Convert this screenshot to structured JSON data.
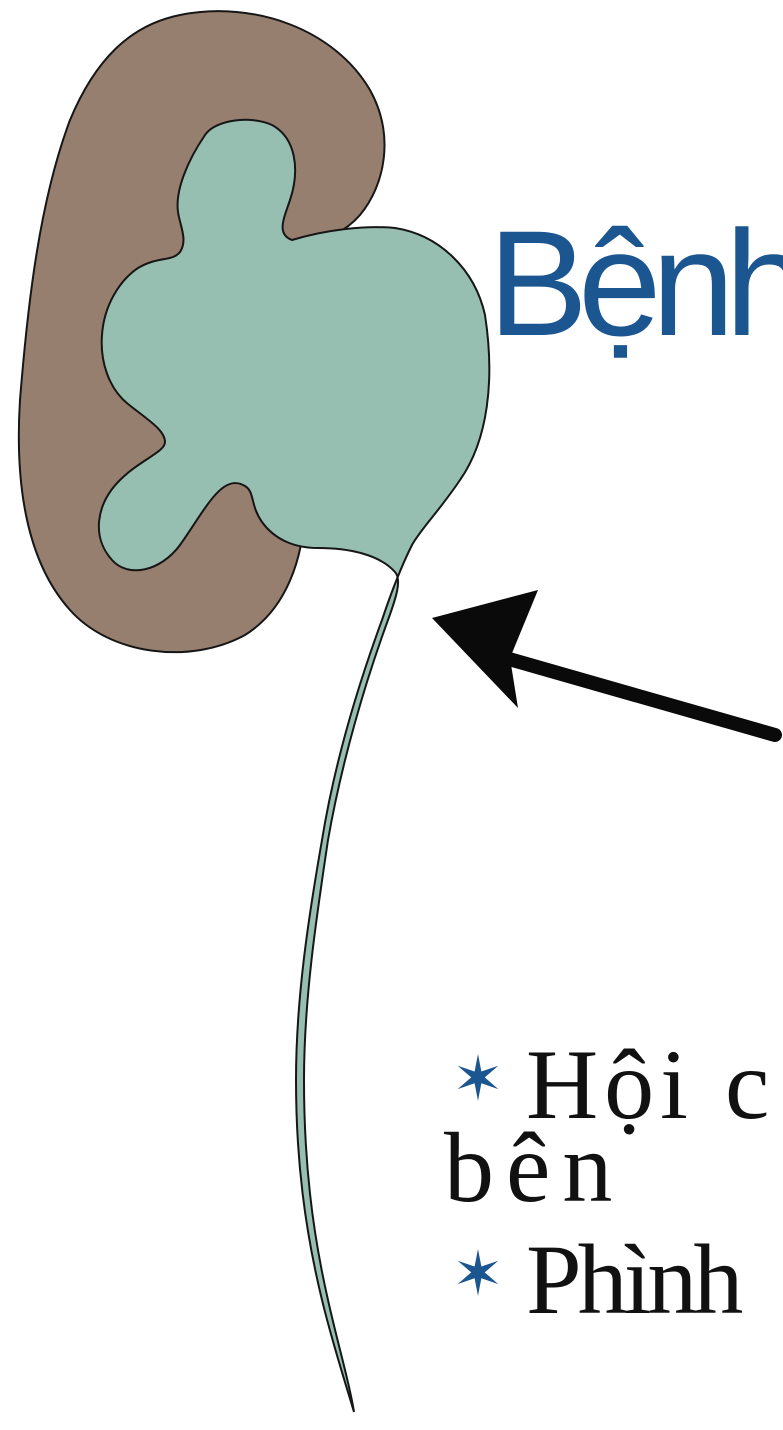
{
  "slide": {
    "title": "Bệnh",
    "title_color": "#1c5691",
    "bullets": [
      {
        "marker": "✶",
        "text": "Hội c",
        "continuation": "bên"
      },
      {
        "marker": "✶",
        "text": "Phình"
      }
    ],
    "marker_color": "#1c5691"
  },
  "illustration": {
    "kidney_cortex_color": "#977f6f",
    "kidney_pelvis_color": "#97bfb1",
    "outline_color": "#161616",
    "arrow_color": "#0a0a0a"
  }
}
